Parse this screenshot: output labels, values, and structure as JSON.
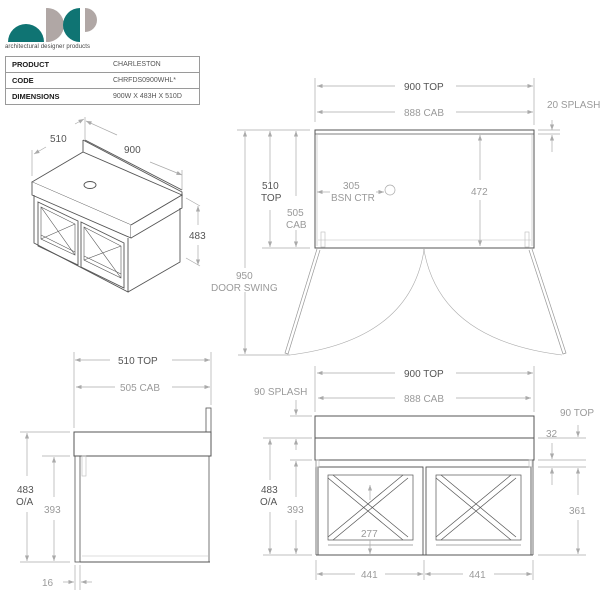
{
  "brand": {
    "caption": "architectural designer products",
    "colors": {
      "teal": "#0f7473",
      "grey": "#b0a7a5"
    }
  },
  "spec_table": {
    "rows": [
      {
        "label": "PRODUCT",
        "value": "CHARLESTON"
      },
      {
        "label": "CODE",
        "value": "CHRFDS0900WHL*"
      },
      {
        "label": "DIMENSIONS",
        "value": "900W X 483H X 510D"
      }
    ]
  },
  "iso_view": {
    "depth": "510",
    "width": "900",
    "height": "483"
  },
  "plan_view": {
    "top_width": "900 TOP",
    "cab_width": "888 CAB",
    "splash": "20 SPLASH",
    "top_depth_num": "510",
    "top_depth_lbl": "TOP",
    "cab_depth_num": "505",
    "cab_depth_lbl": "CAB",
    "basin_center_num": "305",
    "basin_center_lbl": "BSN CTR",
    "inner_depth": "472",
    "door_swing_num": "950",
    "door_swing_lbl": "DOOR SWING"
  },
  "side_view": {
    "top_depth": "510 TOP",
    "cab_depth": "505 CAB",
    "overall_num": "483",
    "overall_lbl": "O/A",
    "cab_height": "393",
    "door_thickness": "16"
  },
  "front_view": {
    "top_width": "900 TOP",
    "cab_width": "888 CAB",
    "splash": "90 SPLASH",
    "top_thickness_lbl": "90 TOP",
    "gap": "32",
    "overall_num": "483",
    "overall_lbl": "O/A",
    "cab_height": "393",
    "panel_height": "277",
    "door_right_height": "361",
    "door_width_left": "441",
    "door_width_right": "441"
  },
  "colors": {
    "line_dark": "#555555",
    "line_light": "#b5b5b5"
  }
}
